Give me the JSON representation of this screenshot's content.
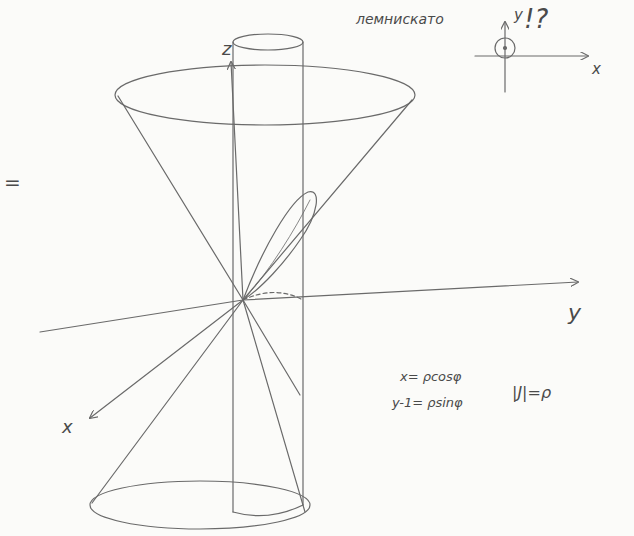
{
  "diagram": {
    "labels": [
      "z",
      "y",
      "x",
      "y",
      "x",
      "лемнискато",
      "!?",
      "x= ρcosφ",
      "y-1= ρsinφ",
      "|J|=ρ",
      "="
    ]
  }
}
